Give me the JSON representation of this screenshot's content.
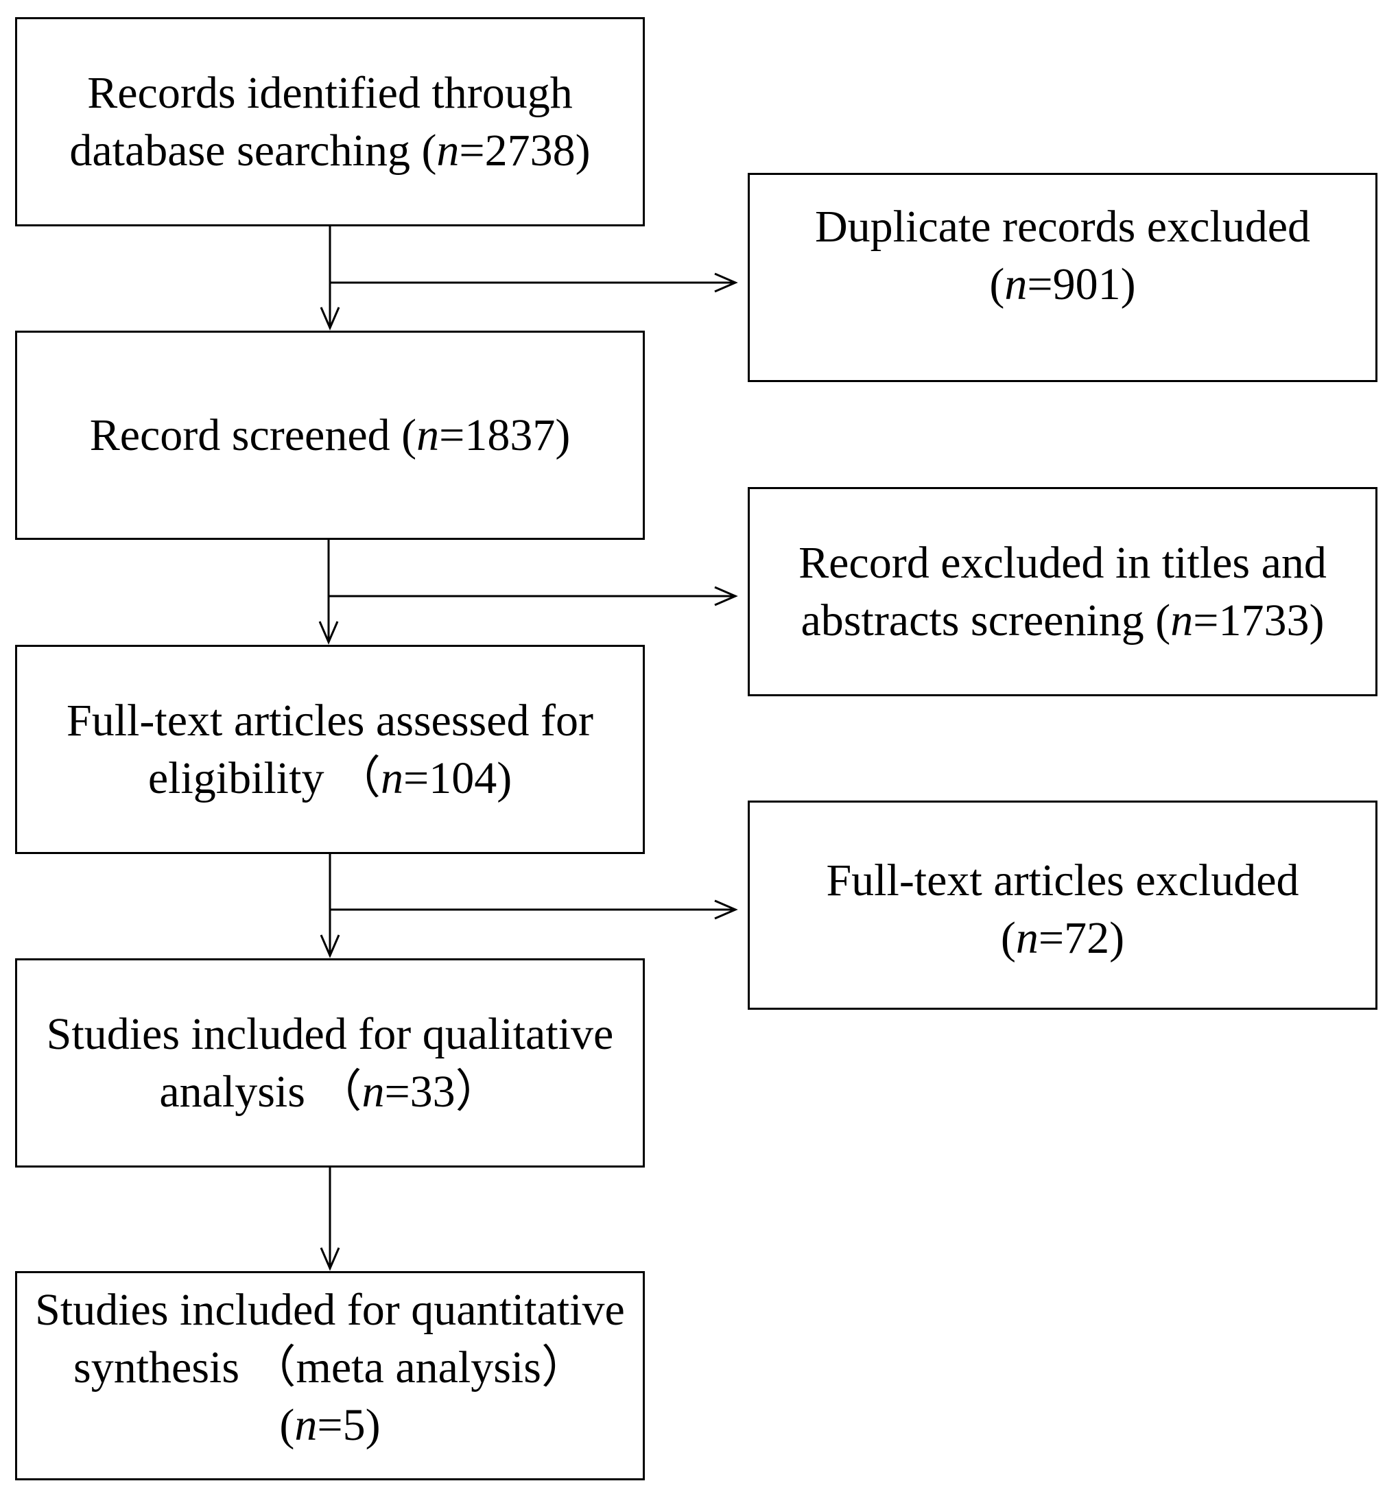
{
  "boxes": {
    "identified": {
      "line1": "Records identified through",
      "line2_pre": "database searching (",
      "n_symbol": "n",
      "line2_post": "=2738)"
    },
    "duplicates": {
      "line1": "Duplicate records excluded",
      "line2_pre": "(",
      "n_symbol": "n",
      "line2_post": "=901)"
    },
    "screened": {
      "line1_pre": "Record screened (",
      "n_symbol": "n",
      "line1_post": "=1837)"
    },
    "title_abstract_excluded": {
      "line1": "Record excluded in titles and",
      "line2_pre": "abstracts screening (",
      "n_symbol": "n",
      "line2_post": "=1733)"
    },
    "fulltext_assessed": {
      "line1": "Full-text articles assessed for",
      "line2_pre": "eligibility （",
      "n_symbol": "n",
      "line2_post": "=104)"
    },
    "fulltext_excluded": {
      "line1": "Full-text articles excluded",
      "line2_pre": "(",
      "n_symbol": "n",
      "line2_post": "=72)"
    },
    "qualitative": {
      "line1": "Studies included for qualitative",
      "line2_pre": "analysis （",
      "n_symbol": "n",
      "line2_post": "=33）"
    },
    "quantitative": {
      "line1": "Studies included for quantitative",
      "line2": "synthesis （meta analysis）",
      "line3_pre": "(",
      "n_symbol": "n",
      "line3_post": "=5)"
    }
  },
  "colors": {
    "stroke": "#000000",
    "background": "#ffffff"
  }
}
